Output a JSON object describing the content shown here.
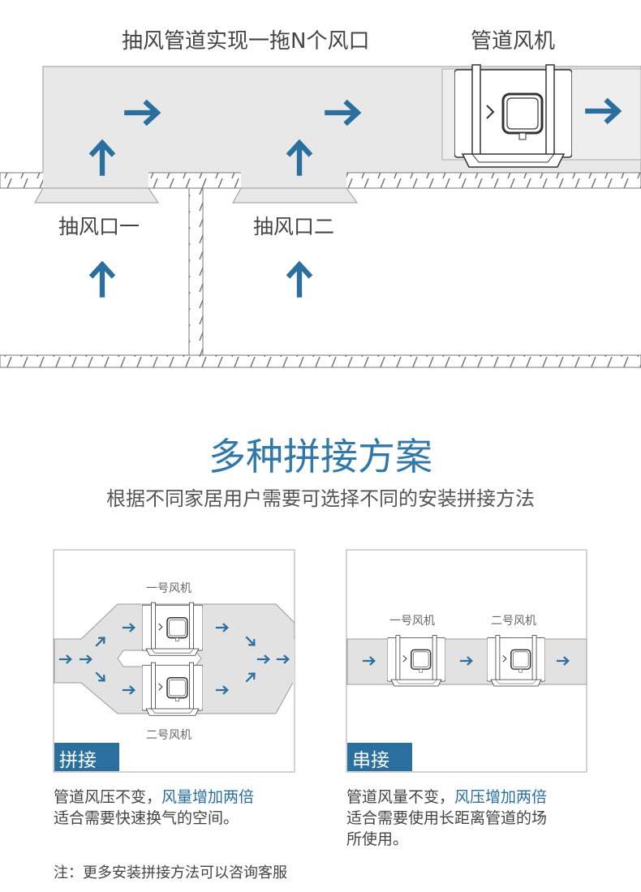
{
  "top_diagram": {
    "title": "抽风管道实现一拖N个风口",
    "fan_label": "管道风机",
    "inlet_1": "抽风口一",
    "inlet_2": "抽风口二"
  },
  "section": {
    "heading": "多种拼接方案",
    "subheading": "根据不同家居用户需要可选择不同的安装拼接方法"
  },
  "panels": [
    {
      "badge": "拼接",
      "fan_1": "一号风机",
      "fan_2": "二号风机",
      "line1_plain": "管道风压不变，",
      "line1_highlight": "风量增加两倍",
      "line2": "适合需要快速换气的空间。"
    },
    {
      "badge": "串接",
      "fan_1": "一号风机",
      "fan_2": "二号风机",
      "line1_plain": "管道风量不变，",
      "line1_highlight": "风压增加两倍",
      "line2": "适合需要使用长距离管道的场",
      "line3": "所使用。"
    }
  ],
  "note": "注：更多安装拼接方法可以咨询客服",
  "colors": {
    "accent": "#2a6f9e",
    "duct": "#e8e8e8",
    "text": "#444444"
  }
}
